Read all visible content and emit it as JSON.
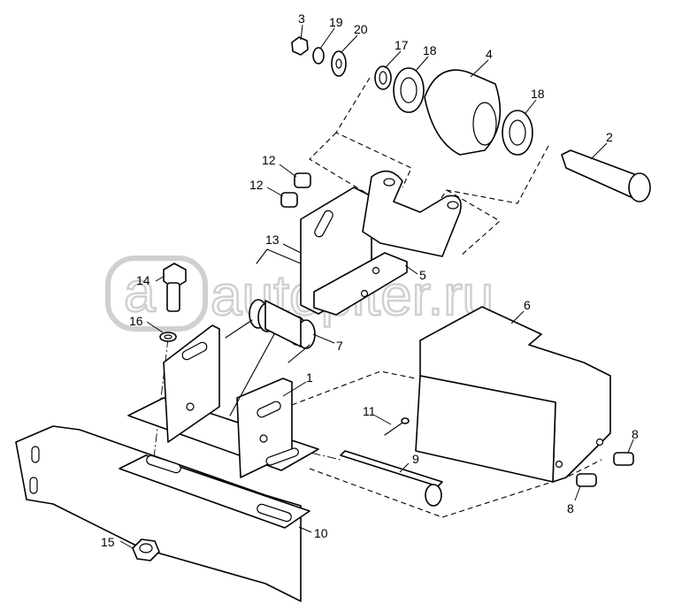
{
  "watermark": {
    "text": "autopiter.ru"
  },
  "callouts": [
    {
      "id": "c3",
      "label": "3"
    },
    {
      "id": "c19",
      "label": "19"
    },
    {
      "id": "c20",
      "label": "20"
    },
    {
      "id": "c17",
      "label": "17"
    },
    {
      "id": "c18a",
      "label": "18"
    },
    {
      "id": "c4",
      "label": "4"
    },
    {
      "id": "c18b",
      "label": "18"
    },
    {
      "id": "c2",
      "label": "2"
    },
    {
      "id": "c12a",
      "label": "12"
    },
    {
      "id": "c12b",
      "label": "12"
    },
    {
      "id": "c13",
      "label": "13"
    },
    {
      "id": "c5",
      "label": "5"
    },
    {
      "id": "c14",
      "label": "14"
    },
    {
      "id": "c16",
      "label": "16"
    },
    {
      "id": "c7",
      "label": "7"
    },
    {
      "id": "c6",
      "label": "6"
    },
    {
      "id": "c1",
      "label": "1"
    },
    {
      "id": "c11",
      "label": "11"
    },
    {
      "id": "c9",
      "label": "9"
    },
    {
      "id": "c8a",
      "label": "8"
    },
    {
      "id": "c8b",
      "label": "8"
    },
    {
      "id": "c15",
      "label": "15"
    },
    {
      "id": "c10",
      "label": "10"
    }
  ]
}
